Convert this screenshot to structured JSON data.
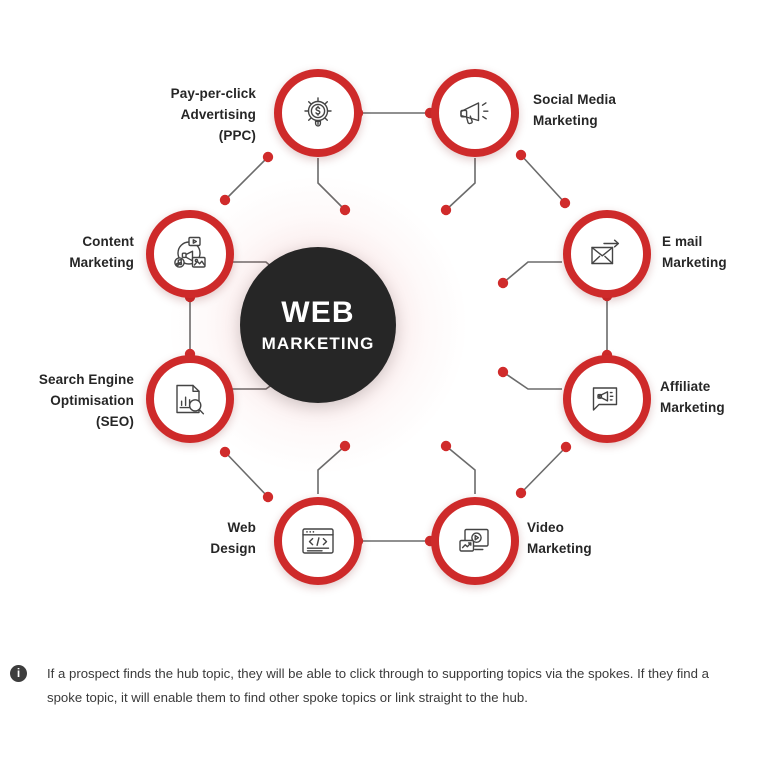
{
  "hub": {
    "title": "WEB",
    "subtitle": "MARKETING"
  },
  "colors": {
    "ring": "#ce2a2a",
    "dot": "#d02b2b",
    "hub_bg": "#262626",
    "connector": "#6b6b6b",
    "text": "#262626",
    "page_bg": "#ffffff"
  },
  "nodes": [
    {
      "id": "ppc",
      "label": "Pay-per-click\nAdvertising\n(PPC)",
      "icon": "dollar-lightbulb-icon",
      "label_side": "left"
    },
    {
      "id": "social-media",
      "label": "Social Media\nMarketing",
      "icon": "megaphone-icon",
      "label_side": "right"
    },
    {
      "id": "email",
      "label": "E mail\nMarketing",
      "icon": "envelope-arrow-icon",
      "label_side": "right"
    },
    {
      "id": "affiliate",
      "label": "Affiliate\nMarketing",
      "icon": "speech-bubble-megaphone-icon",
      "label_side": "right"
    },
    {
      "id": "video",
      "label": "Video\nMarketing",
      "icon": "video-play-screen-icon",
      "label_side": "right"
    },
    {
      "id": "web-design",
      "label": "Web\nDesign",
      "icon": "browser-code-icon",
      "label_side": "left"
    },
    {
      "id": "seo",
      "label": "Search Engine\nOptimisation\n(SEO)",
      "icon": "document-chart-magnifier-icon",
      "label_side": "left"
    },
    {
      "id": "content",
      "label": "Content\nMarketing",
      "icon": "content-media-megaphone-icon",
      "label_side": "left"
    }
  ],
  "caption": {
    "icon": "info-icon",
    "icon_glyph": "i",
    "text": "If a prospect finds the hub topic, they will be able to click through to supporting topics via the spokes. If they find a spoke topic, it will enable them to find other spoke topics or link straight to the hub."
  }
}
